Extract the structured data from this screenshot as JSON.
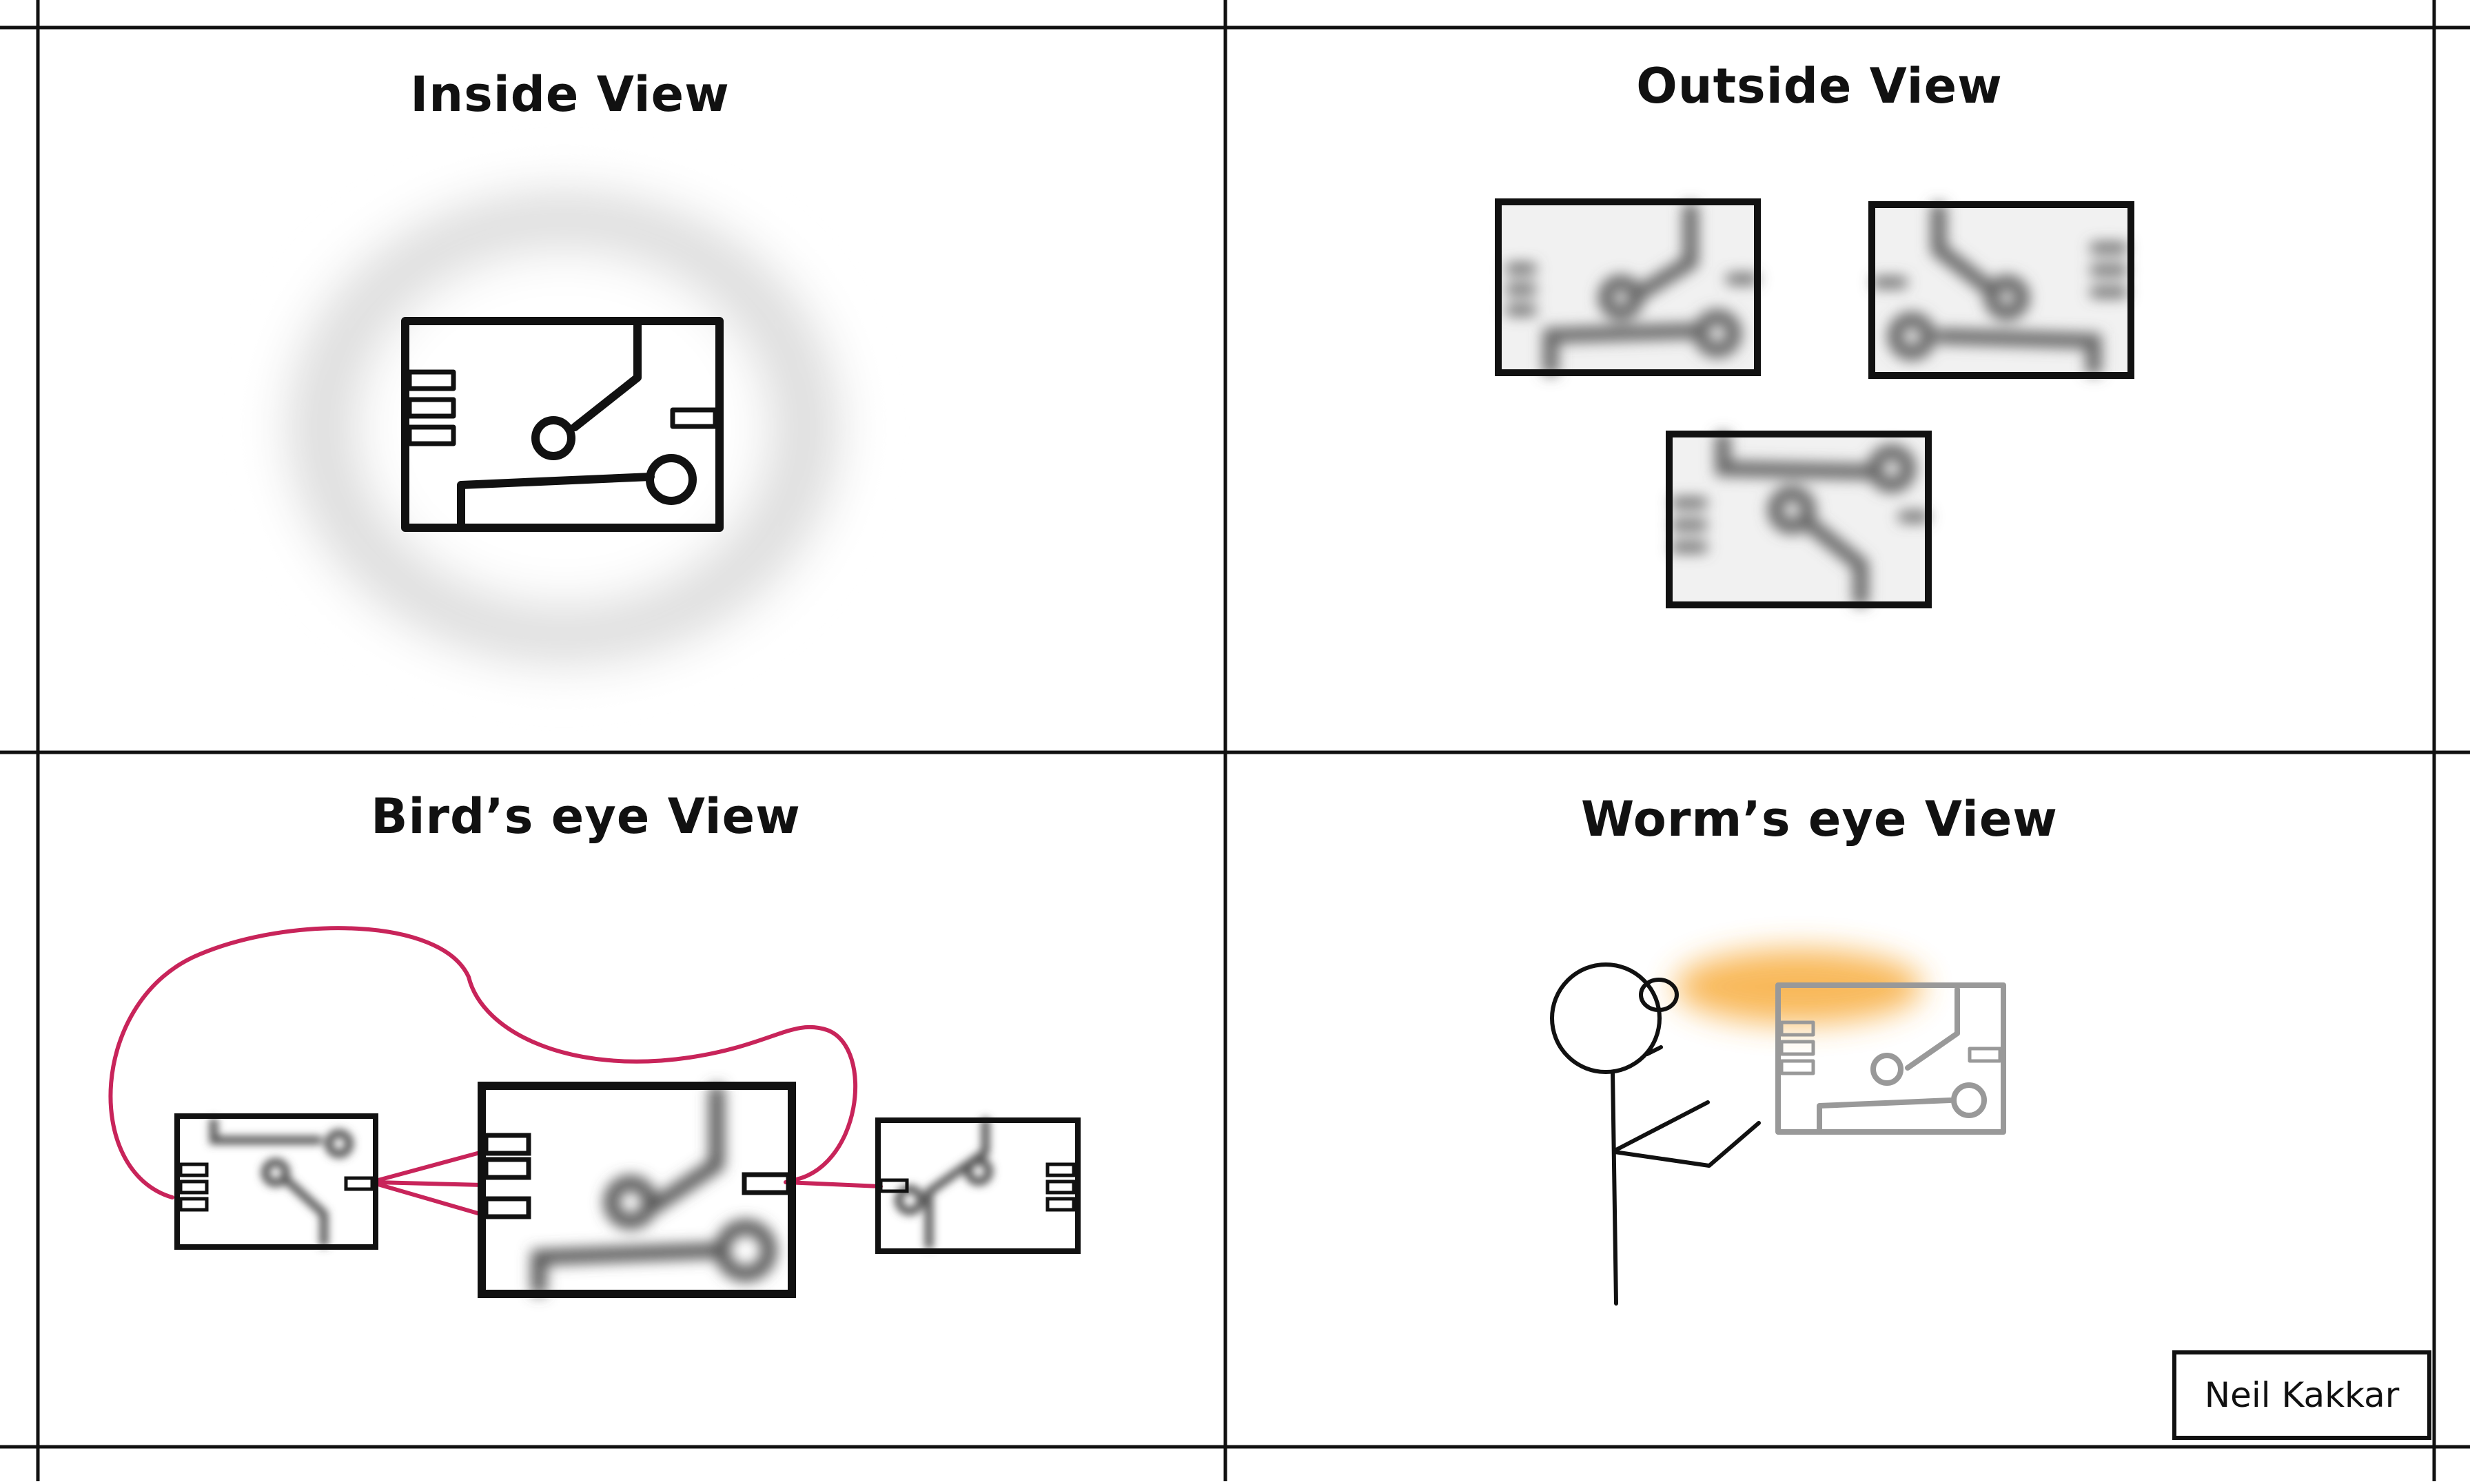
{
  "panels": {
    "inside": {
      "title": "Inside View"
    },
    "outside": {
      "title": "Outside View"
    },
    "birds_eye": {
      "title": "Bird’s eye View"
    },
    "worms_eye": {
      "title": "Worm’s eye View"
    }
  },
  "signature": "Neil Kakkar",
  "colors": {
    "ink": "#111111",
    "connector": "#c8245a",
    "glow": "#f7a731",
    "faded": "#999999"
  },
  "icons": [
    "circuit-board-icon",
    "stick-figure-icon"
  ]
}
